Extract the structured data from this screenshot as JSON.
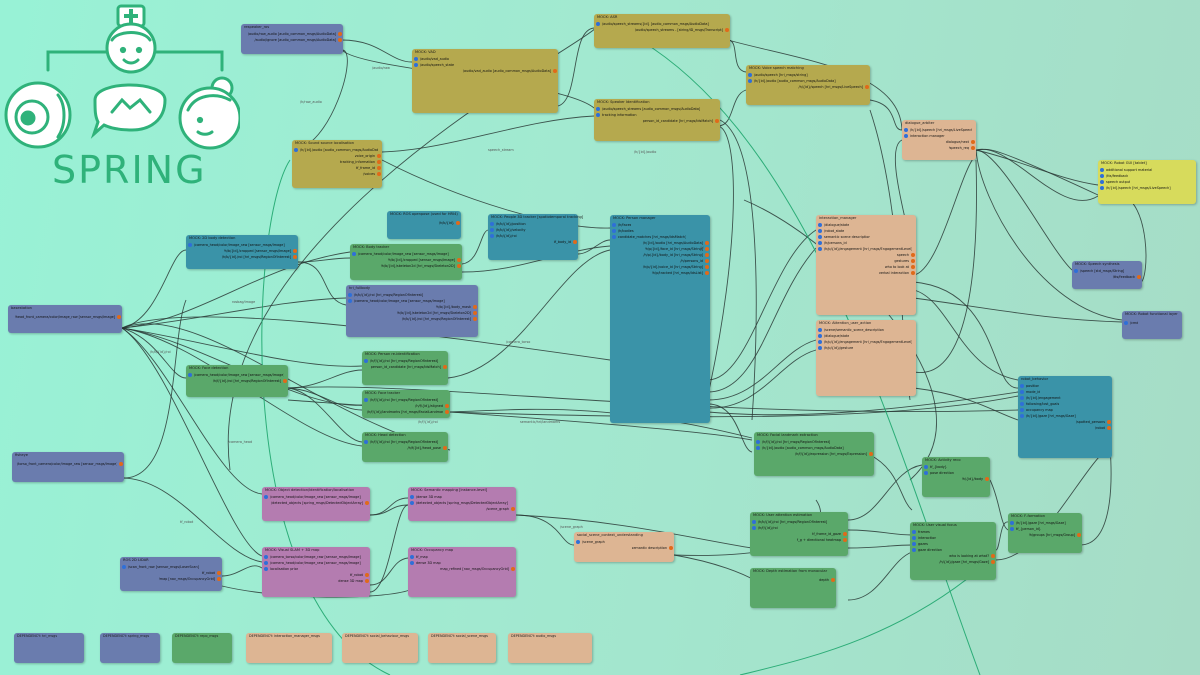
{
  "logo": {
    "text": "SPRING",
    "accent": "#2fb27a"
  },
  "colors": {
    "dep": "#6a7cae",
    "spring": "#6a7cae",
    "hri": "#5aa86a",
    "olive": "#b5a94e",
    "teal": "#3a93a8",
    "peach": "#ddb593",
    "purple": "#b47cb0",
    "yellow": "#d7db5c"
  },
  "nodes": {
    "respeaker": {
      "title": "respeaker_ros",
      "ports": [
        "/audio/raw_audio [audio_common_msgs/AudioData]",
        "/audio/ignore [audio_common_msgs/AudioData]"
      ]
    },
    "vad": {
      "title": "MOCK: VAD",
      "ports": [
        "/audio/vad_audio",
        "/audio/speech_state",
        "/audio/vad_audio [audio_common_msgs/AudioData]"
      ]
    },
    "asr": {
      "title": "MOCK: ASR",
      "ports": [
        "/audio/speech_streams/{id} [audio_common_msgs/AudioData]",
        "/audio/speech_streams - [string/ID_msgs/Transcript]"
      ]
    },
    "sound_source": {
      "title": "MOCK: Sound source localisation",
      "ports": [
        "/h/{id}/audio [audio_common_msgs/AudioData]",
        "voice_origin",
        "tracking_information",
        "tf_frame_id",
        "/voices"
      ]
    },
    "speaker_id": {
      "title": "MOCK: Speaker Identification",
      "ports": [
        "/audio/speech_streams [audio_common_msgs/AudioData]",
        "tracking information",
        "person_id_candidate [hri_msgs/IdsMatch]"
      ]
    },
    "voice_speech": {
      "title": "MOCK: Voice speech matching",
      "ports": [
        "/audio/speech [hri_msgs/string]",
        "/h/{id}/audio [audio_common_msgs/AudioData]",
        "/h/{id}/speech [hri_msgs/LiveSpeech]"
      ]
    },
    "dialogue": {
      "title": "dialogue_arbiter",
      "ports": [
        "/h/{id}/speech [hri_msgs/LiveSpeech]",
        "interaction manager",
        "dialogue/next",
        "/speech_req"
      ]
    },
    "robot_gui": {
      "title": "MOCK: Robot GUI [tablet]",
      "ports": [
        "additional support material",
        "/tts/feedback",
        "speech output",
        "/h/{id}/speech [hri_msgs/LiveSpeech]"
      ]
    },
    "speech_synth": {
      "title": "MOCK: Speech synthesis",
      "ports": [
        "/speech [std_msgs/String]",
        "/tts/feedback"
      ]
    },
    "robot_functional": {
      "title": "MOCK: Robot functional layer",
      "ports": [
        "/cmd"
      ]
    },
    "body_2d": {
      "title": "MOCK: 2D body detection",
      "ports": [
        "/camera_head/color/image_raw [sensor_msgs/Image]",
        "/h/b/{id}/cropped [sensor_msgs/Image]",
        "/h/b/{id}/roi [hri_msgs/RegionOfInterest]"
      ]
    },
    "ros_openpose": {
      "title": "MOCK: ROS openpose (used for HRI4)",
      "ports": [
        "/h/b/{id}"
      ]
    },
    "people_3d": {
      "title": "MOCK: People 3D tracker [spatiotemporal tracking]",
      "ports": [
        "/h/b/{id}/position",
        "/h/b/{id}/velocity",
        "/h/b/{id}/roi",
        "tf_body_id"
      ]
    },
    "body_tracker": {
      "title": "MOCK: Body tracker",
      "ports": [
        "/camera_head/color/image_raw [sensor_msgs/Image]",
        "/h/b/{id}/cropped [sensor_msgs/Image]",
        "/h/b/{id}/skeleton2d [hri_msgs/Skeleton2D]"
      ]
    },
    "hri_fullbody": {
      "title": "hri_fullbody",
      "ports": [
        "/h/b/{id}/roi [hri_msgs/RegionOfInterest]",
        "/camera_head/color/image_raw [sensor_msgs/Image]",
        "/h/b/{id}/body_mask",
        "/h/b/{id}/skeleton2d [hri_msgs/Skeleton2D]",
        "/h/b/{id}/roi [hri_msgs/RegionOfInterest]"
      ]
    },
    "person_manager": {
      "title": "MOCK: Person manager",
      "ports": [
        "/h/faces",
        "/h/bodies",
        "candidate_matches [hri_msgs/IdsMatch]",
        "/h/{id}/audio [hri_msgs/AudioData]",
        "/h/p/{id}/face_id [hri_msgs/String]",
        "/h/p/{id}/body_id [hri_msgs/String]",
        "/h/persons_id",
        "/h/p/{id}/voice_id [hri_msgs/String]",
        "/h/p/tracked [hri_msgs/IdsList]"
      ]
    },
    "interaction_manager": {
      "title": "interaction_manager",
      "ports": [
        "/dialogue/state",
        "/robot_state",
        "semantic scene description",
        "/h/persons_id",
        "/h/p/{id}/engagement [hri_msgs/EngagementLevel]",
        "speech",
        "gestures",
        "who to look at",
        "verbal interaction"
      ]
    },
    "user_attention": {
      "title": "MOCK: Attention_user_action",
      "ports": [
        "/scene/semantic_scene_description",
        "/dialogue/state",
        "/h/p/{id}/engagement [hri_msgs/EngagementLevel]",
        "/h/p/{id}/gesture"
      ]
    },
    "camera": {
      "title": "basestation",
      "ports": [
        "/head_front_camera/color/image_raw [sensor_msgs/Image]"
      ]
    },
    "fisheye": {
      "title": "fisheye",
      "ports": [
        "/torso_front_camera/color/image_raw [sensor_msgs/Image]"
      ]
    },
    "face_detection": {
      "title": "MOCK: Face detection",
      "ports": [
        "/camera_head/color/image_raw [sensor_msgs/Image]",
        "/h/f/{id}/roi [hri_msgs/RegionOfInterest]"
      ]
    },
    "person_reid": {
      "title": "MOCK: Person re-identification",
      "ports": [
        "/h/f/{id}/roi [hri_msgs/RegionOfInterest]",
        "person_id_candidate [hri_msgs/IdsMatch]"
      ]
    },
    "face_tracker": {
      "title": "MOCK: Face tracker",
      "ports": [
        "/h/f/{id}/roi [hri_msgs/RegionOfInterest]",
        "/h/f/{id}/aligned",
        "/h/f/{id}/landmarks [hri_msgs/FacialLandmarks]"
      ]
    },
    "head_detection": {
      "title": "MOCK: Head detection",
      "ports": [
        "/h/f/{id}/roi [hri_msgs/RegionOfInterest]",
        "/h/f/{id}/head_pose"
      ]
    },
    "robot_status": {
      "title": "robot_behavior",
      "ports": [
        "position",
        "mode_id",
        "/h/{id}/engagement",
        "following/lost_goals",
        "occupancy map",
        "/h/{id}/gaze [hri_msgs/Gaze]",
        "/spotted_persons",
        "/robot"
      ]
    },
    "object_detection": {
      "title": "MOCK: Object detection/identification/localisation",
      "ports": [
        "/camera_head/color/image_raw [sensor_msgs/Image]",
        "/detected_objects [spring_msgs/DetectedObjectArray]"
      ]
    },
    "semantic_map": {
      "title": "MOCK: Semantic mapping [instance-level]",
      "ports": [
        "/dense 3D map",
        "/detected_objects [spring_msgs/DetectedObjectArray]",
        "/scene_graph"
      ]
    },
    "slam": {
      "title": "MOCK: Visual SLAM + 3D map",
      "ports": [
        "/camera_torso/color/image_raw [sensor_msgs/Image]",
        "/camera_head/color/image_raw [sensor_msgs/Image]",
        "localisation prior",
        "tf_robot",
        "dense 3D map"
      ]
    },
    "occupancy": {
      "title": "MOCK: Occupancy map",
      "ports": [
        "tf_map",
        "dense 3D map",
        "map_refined [nav_msgs/OccupancyGrid]"
      ]
    },
    "social_scene": {
      "title": "social_scene_context_understanding",
      "ports": [
        "/scene_graph",
        "semantic description"
      ]
    },
    "ros_2d_lidar": {
      "title": "ROS 2D LIDAR",
      "ports": [
        "/scan_front_raw [sensor_msgs/LaserScan]",
        "tf_robot",
        "/map [nav_msgs/OccupancyGrid]"
      ]
    },
    "body_skeleton": {
      "title": "MOCK: Body skeleton",
      "ports": [
        "/h/b/{id}/skeleton",
        "/h/f/{id}/roi",
        "/h/p/{id}/position"
      ]
    },
    "face_landmarks": {
      "title": "MOCK: Facial landmark extraction",
      "ports": [
        "/h/f/{id}/roi [hri_msgs/RegionOfInterest]",
        "/h/{id}/audio [audio_common_msgs/AudioData]",
        "/h/f/{id}/expression [hri_msgs/Expression]"
      ]
    },
    "user_detection": {
      "title": "MOCK: User attention estimation",
      "ports": [
        "/h/b/{id}/roi [hri_msgs/RegionOfInterest]",
        "/h/f/{id}/roi",
        "tf_frame_id_gaze",
        "f_g + directional heatmap"
      ]
    },
    "visual_focus": {
      "title": "MOCK: User visual focus",
      "ports": [
        "frames",
        "interaction",
        "gazes",
        "gaze direction",
        "who is looking at what?",
        "/h/{id}/gaze [hri_msgs/Gaze]"
      ]
    },
    "activity_recog": {
      "title": "MOCK: Activity reco",
      "ports": [
        "tf_{body}",
        "pose direction",
        "/h/{id}/body"
      ]
    },
    "f_formation": {
      "title": "MOCK: F-formation",
      "ports": [
        "/h/{id}/gaze [hri_msgs/Gaze]",
        "tf_{person_id}",
        "/h/groups [hri_msgs/Group]"
      ]
    },
    "depth_est": {
      "title": "MOCK: Depth estimation from monocular",
      "ports": [
        "depth"
      ]
    }
  },
  "legend": [
    {
      "label": "DEPENDENCY: hri_msgs",
      "color": "#6a7cae"
    },
    {
      "label": "DEPENDENCY: spring_msgs",
      "color": "#6a7cae"
    },
    {
      "label": "DEPENDENCY: repo_msgs",
      "color": "#5aa86a"
    },
    {
      "label": "DEPENDENCY: interaction_manager_msgs",
      "color": "#ddb593"
    },
    {
      "label": "DEPENDENCY: social_behaviour_msgs",
      "color": "#ddb593"
    },
    {
      "label": "DEPENDENCY: social_scene_msgs",
      "color": "#ddb593"
    },
    {
      "label": "DEPENDENCY: audio_msgs",
      "color": "#ddb593"
    }
  ],
  "wire_labels": [
    "/audio/raw",
    "/h/raw_audio",
    "speech_stream",
    "/h/{id}/audio",
    "rosbag/image",
    "/h/b/{id}/roi",
    "/camera_head",
    "/camera_torso",
    "/h/f/{id}/roi",
    "semantic/hri/landmarks",
    "/tf",
    "tf_robot",
    "/scene_graph"
  ]
}
